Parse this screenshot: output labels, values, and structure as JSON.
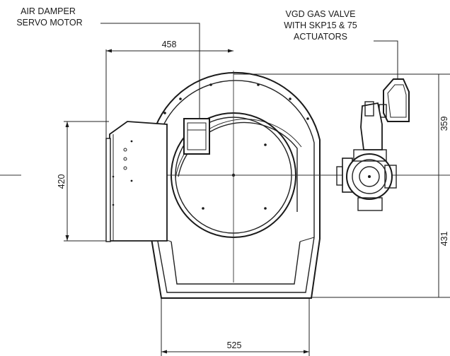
{
  "callouts": {
    "servo_line1": "AIR DAMPER",
    "servo_line2": "SERVO MOTOR",
    "valve_line1": "VGD GAS VALVE",
    "valve_line2": "WITH SKP15 & 75",
    "valve_line3": "ACTUATORS"
  },
  "dimensions": {
    "top_width": "458",
    "bottom_width": "525",
    "left_height": "420",
    "right_upper": "359",
    "right_lower": "431"
  }
}
